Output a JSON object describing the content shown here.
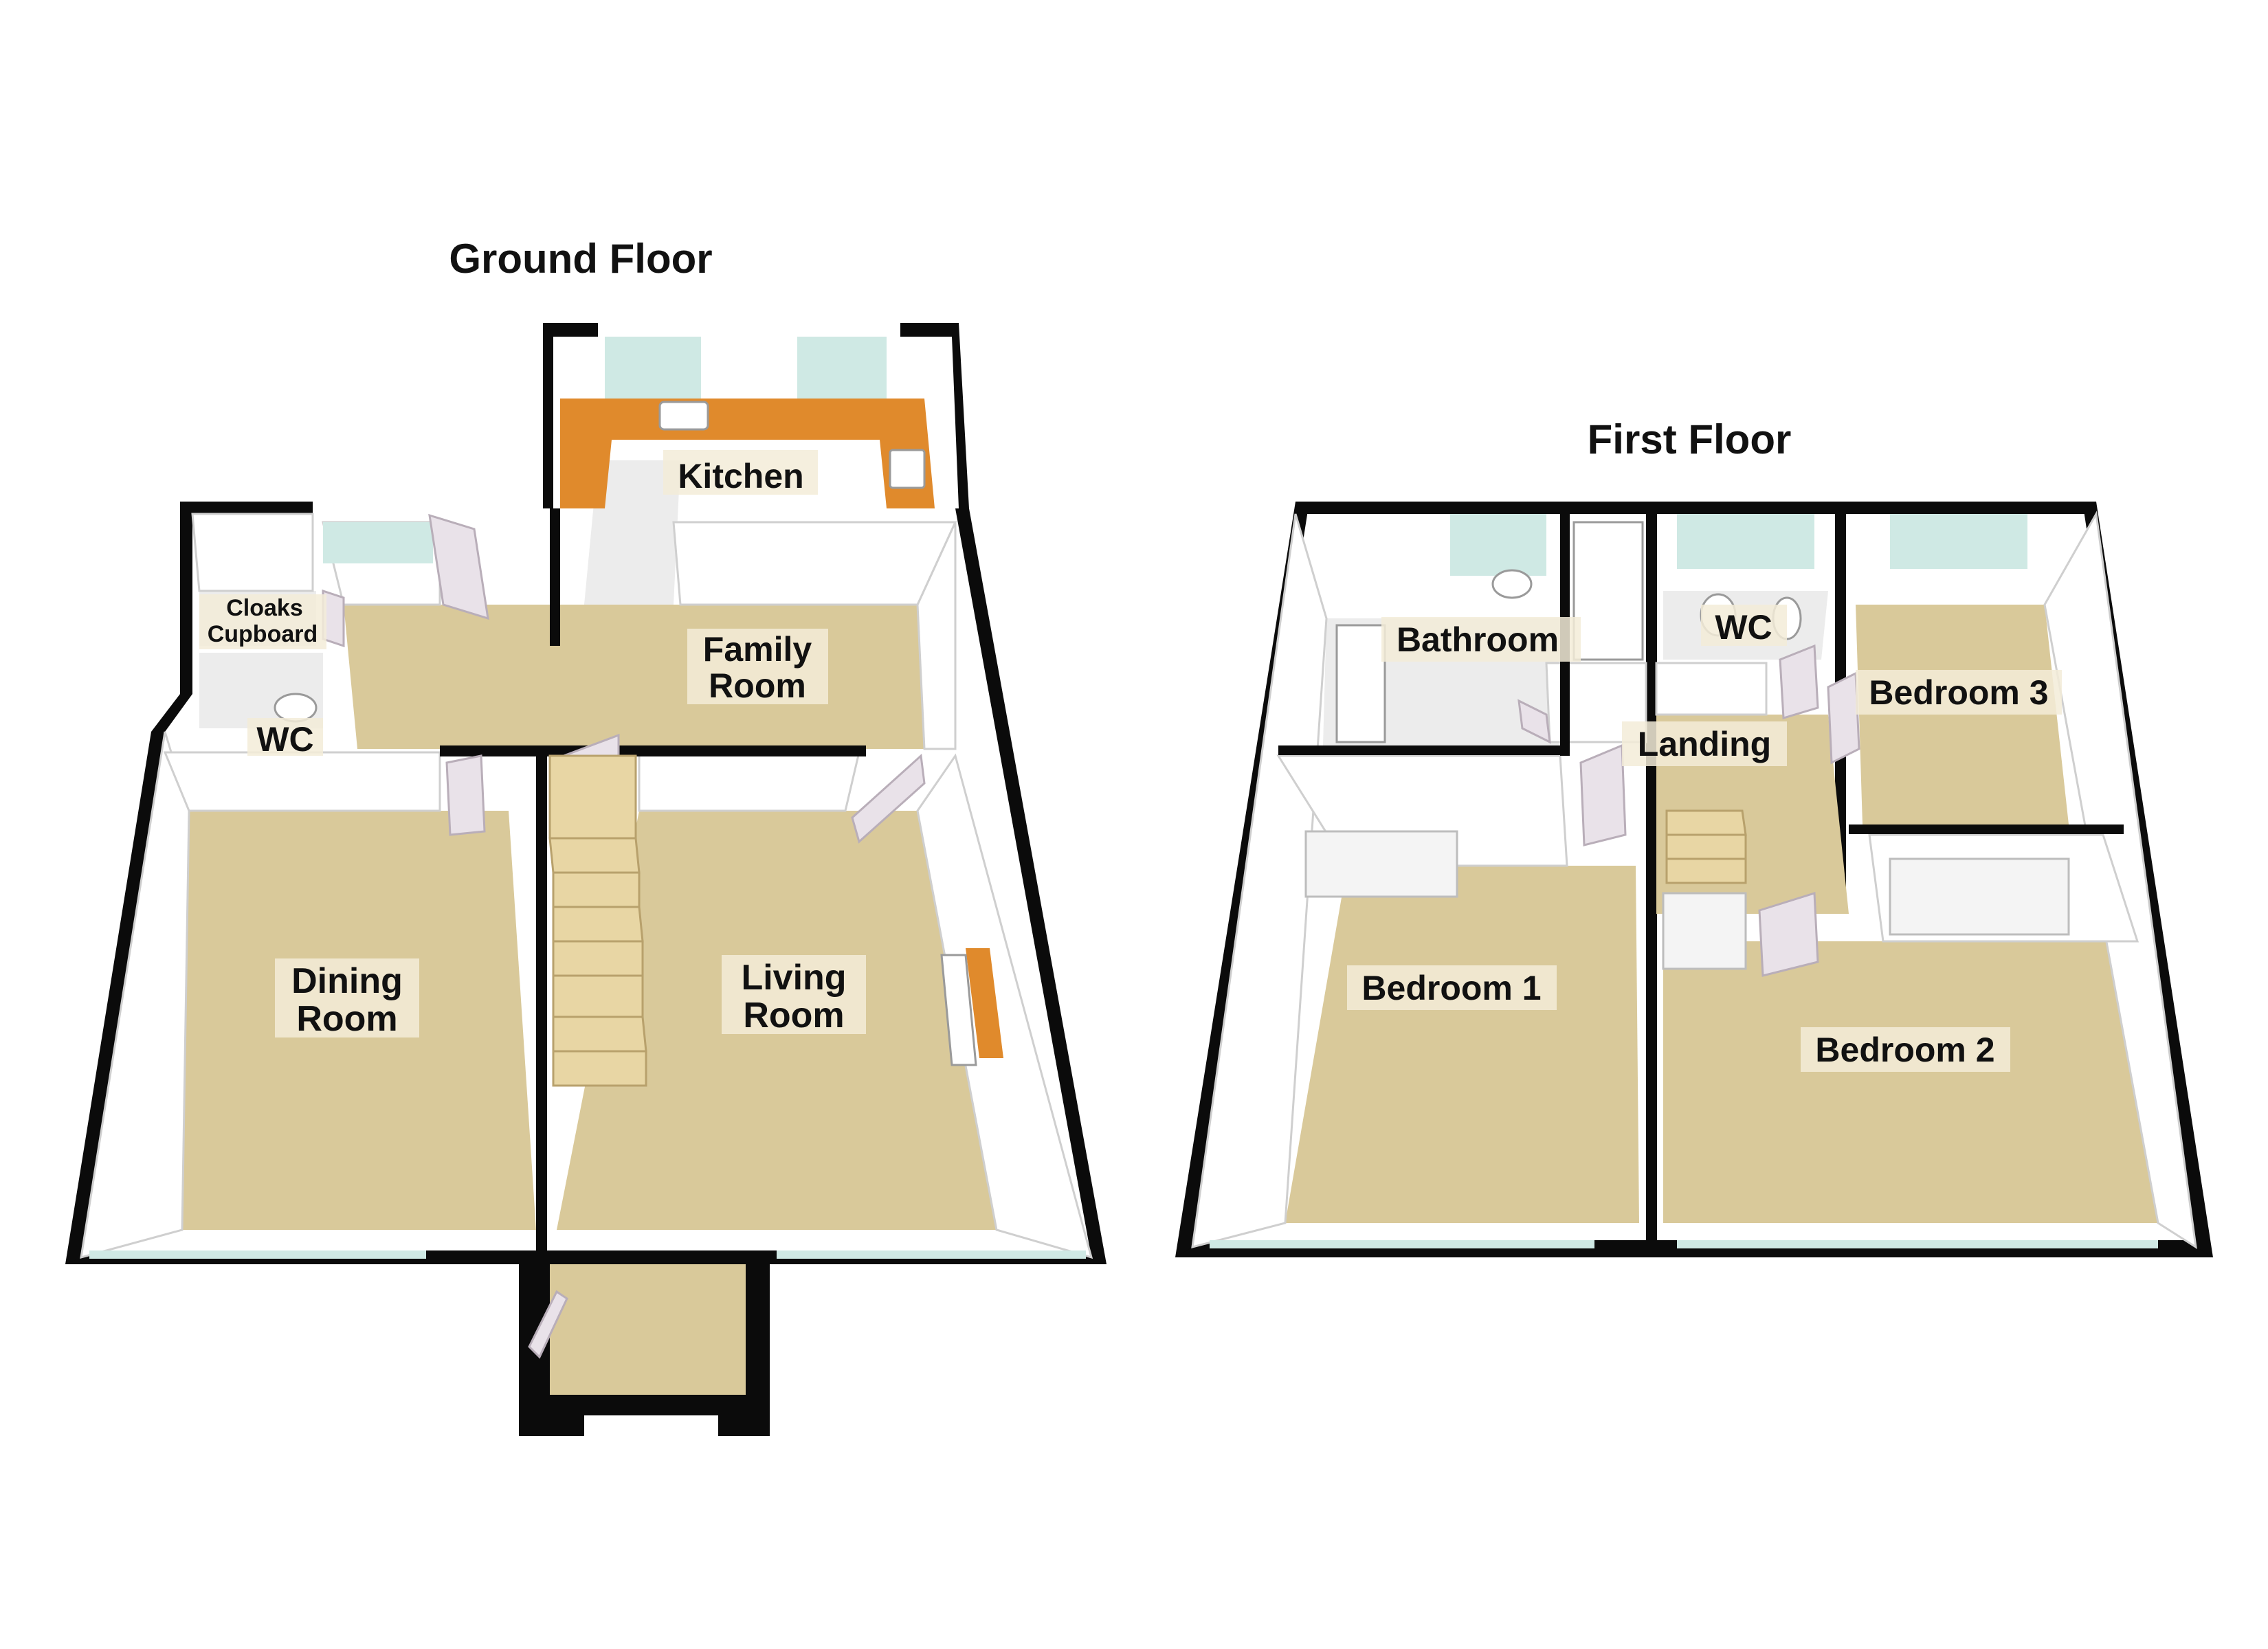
{
  "floors": [
    {
      "title": "Ground Floor",
      "rooms": [
        {
          "id": "kitchen",
          "lines": [
            "Kitchen"
          ]
        },
        {
          "id": "family-room",
          "lines": [
            "Family",
            "Room"
          ]
        },
        {
          "id": "cloaks-cupboard",
          "lines": [
            "Cloaks",
            "Cupboard"
          ]
        },
        {
          "id": "wc",
          "lines": [
            "WC"
          ]
        },
        {
          "id": "dining-room",
          "lines": [
            "Dining",
            "Room"
          ]
        },
        {
          "id": "living-room",
          "lines": [
            "Living",
            "Room"
          ]
        }
      ]
    },
    {
      "title": "First Floor",
      "rooms": [
        {
          "id": "bathroom",
          "lines": [
            "Bathroom"
          ]
        },
        {
          "id": "wc",
          "lines": [
            "WC"
          ]
        },
        {
          "id": "landing",
          "lines": [
            "Landing"
          ]
        },
        {
          "id": "bedroom-3",
          "lines": [
            "Bedroom 3"
          ]
        },
        {
          "id": "bedroom-1",
          "lines": [
            "Bedroom 1"
          ]
        },
        {
          "id": "bedroom-2",
          "lines": [
            "Bedroom 2"
          ]
        }
      ]
    }
  ]
}
